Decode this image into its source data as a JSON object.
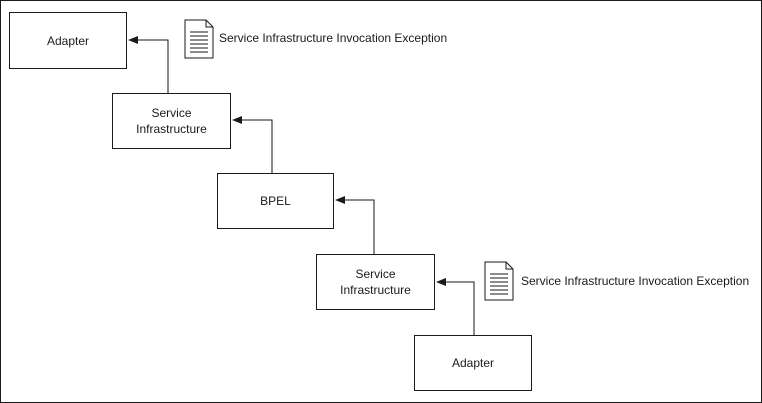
{
  "diagram": {
    "nodes": [
      {
        "id": "adapter-top",
        "label": "Adapter"
      },
      {
        "id": "service-infra-top",
        "label": "Service\nInfrastructure"
      },
      {
        "id": "bpel",
        "label": "BPEL"
      },
      {
        "id": "service-infra-bottom",
        "label": "Service\nInfrastructure"
      },
      {
        "id": "adapter-bottom",
        "label": "Adapter"
      }
    ],
    "notes": [
      {
        "id": "exception-top",
        "text": "Service Infrastructure Invocation Exception",
        "icon": "document-icon"
      },
      {
        "id": "exception-bottom",
        "text": "Service Infrastructure Invocation Exception",
        "icon": "document-icon"
      }
    ],
    "edges": [
      {
        "from": "adapter-bottom",
        "to": "service-infra-bottom"
      },
      {
        "from": "service-infra-bottom",
        "to": "bpel"
      },
      {
        "from": "bpel",
        "to": "service-infra-top"
      },
      {
        "from": "service-infra-top",
        "to": "adapter-top"
      }
    ]
  }
}
